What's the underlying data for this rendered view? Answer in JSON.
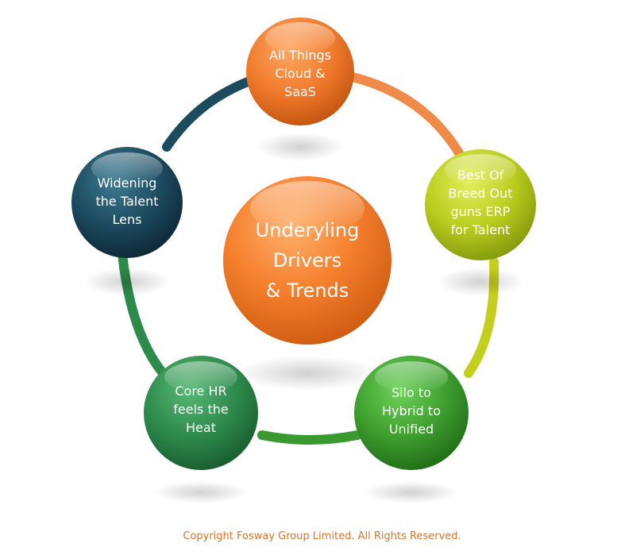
{
  "diagram": {
    "center": {
      "lines": [
        "Underyling",
        "Drivers",
        "& Trends"
      ],
      "color": "#f07a2c"
    },
    "nodes": [
      {
        "id": "cloud-saas",
        "lines": [
          "All Things",
          "Cloud &",
          "SaaS"
        ],
        "color": "#f07a2c"
      },
      {
        "id": "best-of-breed",
        "lines": [
          "Best Of",
          "Breed Out",
          "guns ERP",
          "for Talent"
        ],
        "color": "#b8cc1e"
      },
      {
        "id": "silo-hybrid",
        "lines": [
          "Silo to",
          "Hybrid to",
          "Unified"
        ],
        "color": "#3e9e2e"
      },
      {
        "id": "core-hr",
        "lines": [
          "Core HR",
          "feels the",
          "Heat"
        ],
        "color": "#2e8a4c"
      },
      {
        "id": "talent-lens",
        "lines": [
          "Widening",
          "the Talent",
          "Lens"
        ],
        "color": "#1c4a5e"
      }
    ]
  },
  "footer": {
    "copyright": "Copyright Fosway Group Limited. All Rights Reserved."
  }
}
